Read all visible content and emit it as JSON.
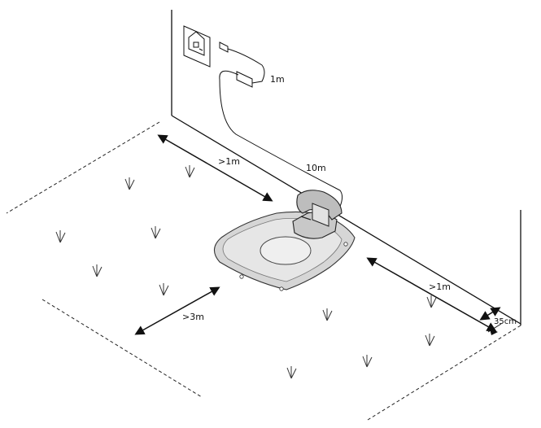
{
  "labels": {
    "cable_adapter": "1m",
    "cable_station": "10m",
    "left_clearance": ">1m",
    "right_clearance": ">1m",
    "front_clearance": ">3m",
    "edge_gap": "35cm"
  },
  "colors": {
    "line": "#111111",
    "base_plate": "#d6d6d6",
    "base_outline": "#333333",
    "station_body": "#c4c4c4",
    "cable": "#444444"
  },
  "icons": [
    "house-outlet-icon",
    "power-adapter-icon",
    "grass-tuft-icon",
    "charging-station-icon"
  ]
}
